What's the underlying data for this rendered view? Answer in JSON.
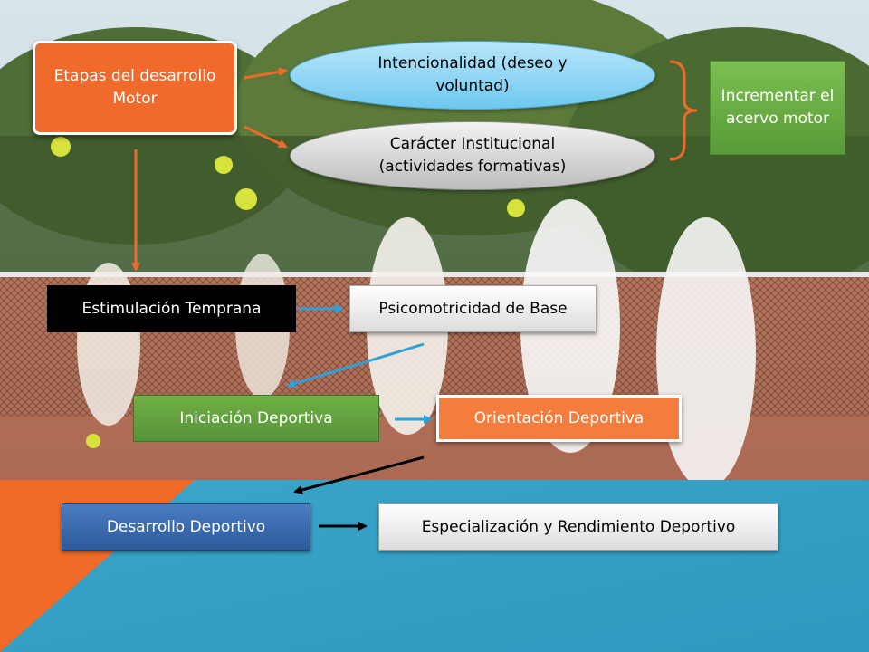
{
  "colors": {
    "orange": "#ef6a2b",
    "green": "#5e9e3a",
    "blue_dark": "#2f5d9e",
    "black": "#000000",
    "arrow_orange": "#ee6a2a",
    "arrow_blue": "#2f9fd8"
  },
  "boxes": {
    "etapas": "Etapas del desarrollo Motor",
    "intencionalidad": "Intencionalidad (deseo y voluntad)",
    "caracter": "Carácter Institucional (actividades formativas)",
    "incrementar": "Incrementar el acervo motor",
    "estimulacion": "Estimulación Temprana",
    "psicomotricidad": "Psicomotricidad de Base",
    "iniciacion": "Iniciación Deportiva",
    "orientacion": "Orientación Deportiva",
    "desarrollo": "Desarrollo Deportivo",
    "especializacion": "Especialización y Rendimiento Deportivo"
  }
}
